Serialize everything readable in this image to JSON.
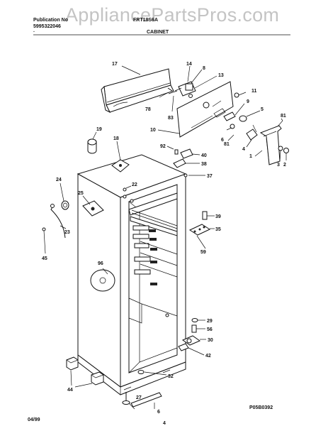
{
  "header": {
    "publication_label": "Publication No",
    "publication_number": "5995322046",
    "model_code": "FRT18S6A",
    "section_title": "CABINET",
    "dot": "."
  },
  "watermark": "AppliancePartsPros.com",
  "footer": {
    "date": "04/99",
    "page": "4",
    "figure_code": "P05B0392"
  },
  "part_numbers": {
    "p17": "17",
    "p14": "14",
    "p8a": "8",
    "p13": "13",
    "p78": "78",
    "p83": "83",
    "p11": "11",
    "p9": "9",
    "p5": "5",
    "p10": "10",
    "p6": "6",
    "p81a": "81",
    "p81b": "81",
    "p4": "4",
    "p1": "1",
    "p3": "3",
    "p2": "2",
    "p19": "19",
    "p18": "18",
    "p92": "92",
    "p40": "40",
    "p38": "38",
    "p37": "37",
    "p24": "24",
    "p22": "22",
    "p25": "25",
    "p39": "39",
    "p35": "35",
    "p59": "59",
    "p23": "23",
    "p45": "45",
    "p96": "96",
    "p29": "29",
    "p56": "56",
    "p30": "30",
    "p42": "42",
    "p32": "32",
    "p44": "44",
    "p27": "27",
    "p6b": "6"
  }
}
